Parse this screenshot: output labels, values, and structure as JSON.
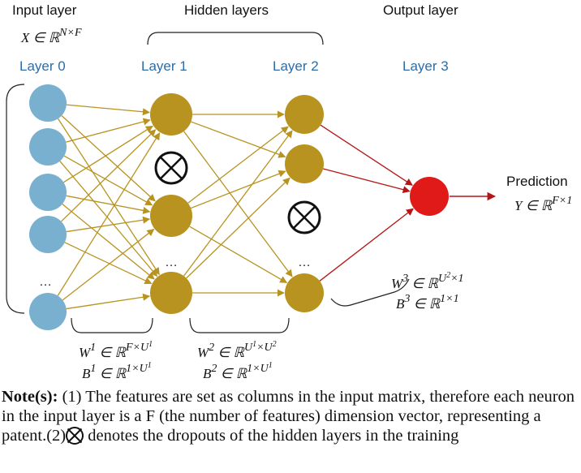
{
  "headers": {
    "input_layer": "Input layer",
    "hidden_layers": "Hidden layers",
    "output_layer": "Output layer",
    "prediction": "Prediction"
  },
  "layer_labels": [
    "Layer 0",
    "Layer 1",
    "Layer 2",
    "Layer 3"
  ],
  "math": {
    "input": "X ∈ ℝ^{N×F}",
    "output": "Y ∈ ℝ^{F×1}",
    "w1": "W^1 ∈ ℝ^{F×U^1}",
    "b1": "B^1 ∈ ℝ^{1×U^1}",
    "w2": "W^2 ∈ ℝ^{U^1×U^2}",
    "b2": "B^2 ∈ ℝ^{1×U^1}",
    "w3": "W^3 ∈ ℝ^{U^2×1}",
    "b3": "B^3 ∈ ℝ^{1×1}"
  },
  "ellipsis": "…",
  "colors": {
    "input_node": "#79b0cf",
    "hidden_node": "#b8931f",
    "output_node": "#e01919",
    "hidden_edge": "#b8931f",
    "output_edge": "#b51515",
    "layer_label": "#2e6ca4"
  },
  "note": {
    "label": "Note(s):",
    "text_before": "(1) The features are set as columns in the input matrix, therefore each neuron in the input layer is a F (the number of features) dimension vector, representing a patent.(2)",
    "text_after": "denotes the dropouts of the hidden layers in the training"
  }
}
